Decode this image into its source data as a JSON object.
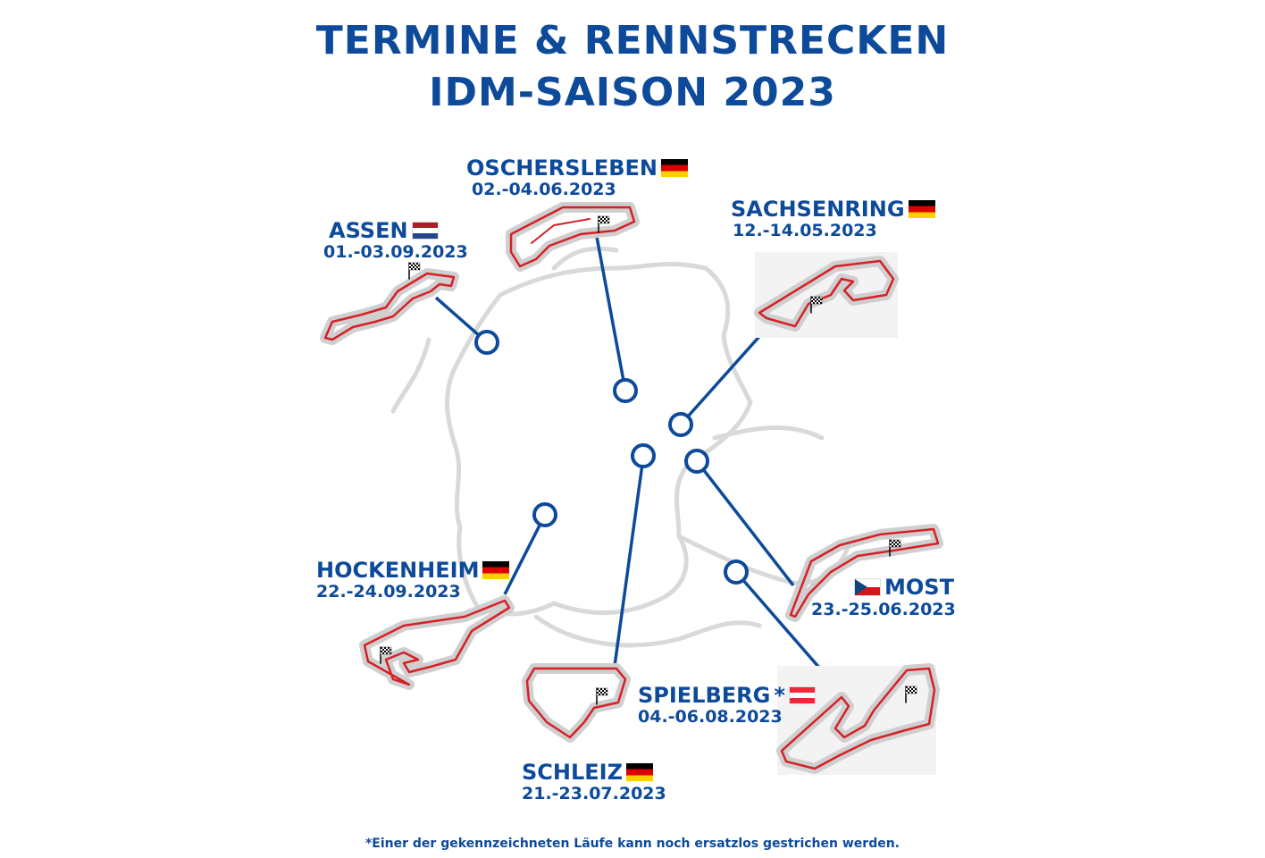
{
  "title_line1": "TERMINE & RENNSTRECKEN",
  "title_line2": "IDM-SAISON 2023",
  "tracks": {
    "oschersleben": {
      "name": "OSCHERSLEBEN",
      "date": "02.-04.06.2023",
      "flag": "de"
    },
    "sachsenring": {
      "name": "SACHSENRING",
      "date": "12.-14.05.2023",
      "flag": "de"
    },
    "assen": {
      "name": "ASSEN",
      "date": "01.-03.09.2023",
      "flag": "nl"
    },
    "hockenheim": {
      "name": "HOCKENHEIM",
      "date": "22.-24.09.2023",
      "flag": "de"
    },
    "most": {
      "name": "MOST",
      "date": "23.-25.06.2023",
      "flag": "cz"
    },
    "spielberg": {
      "name": "SPIELBERG",
      "marker": "*",
      "date": "04.-06.08.2023",
      "flag": "at"
    },
    "schleiz": {
      "name": "SCHLEIZ",
      "date": "21.-23.07.2023",
      "flag": "de"
    }
  },
  "footnote": "*Einer der gekennzeichneten Läufe kann noch ersatzlos gestrichen werden.",
  "colors": {
    "brand_blue": "#0d4a9a",
    "track_red": "#d62027",
    "track_grey": "#cfcfcf",
    "border_grey": "#d9d9d9"
  },
  "icons": [
    "checkered-flag-icon",
    "flag-germany-icon",
    "flag-netherlands-icon",
    "flag-austria-icon",
    "flag-czechia-icon"
  ]
}
